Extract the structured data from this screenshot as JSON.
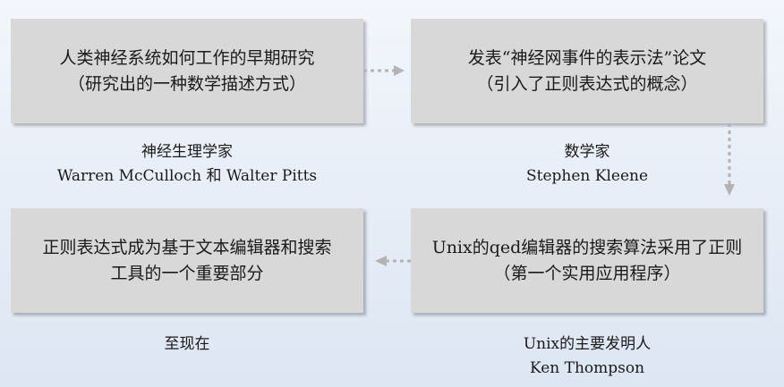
{
  "nodes": [
    {
      "box_lines": [
        "人类神经系统如何工作的早期研究",
        "（研究出的一种数学描述方式）"
      ],
      "caption_lines": [
        "神经生理学家",
        "Warren McCulloch 和 Walter Pitts"
      ]
    },
    {
      "box_lines": [
        "发表“神经网事件的表示法”论文",
        "（引入了正则表达式的概念）"
      ],
      "caption_lines": [
        "数学家",
        "Stephen Kleene"
      ]
    },
    {
      "box_lines": [
        "正则表达式成为基于文本编辑器和搜索",
        "工具的一个重要部分"
      ],
      "caption_lines": [
        "至现在"
      ]
    },
    {
      "box_lines": [
        "Unix的qed编辑器的搜索算法采用了正则",
        "（第一个实用应用程序）"
      ],
      "caption_lines": [
        "Unix的主要发明人",
        "Ken Thompson"
      ]
    }
  ],
  "colors": {
    "box_fill": "#d8d8d8",
    "arrow": "#b3b3b3",
    "background_top": "#f3f6fb",
    "background_bottom": "#dde6f3"
  }
}
